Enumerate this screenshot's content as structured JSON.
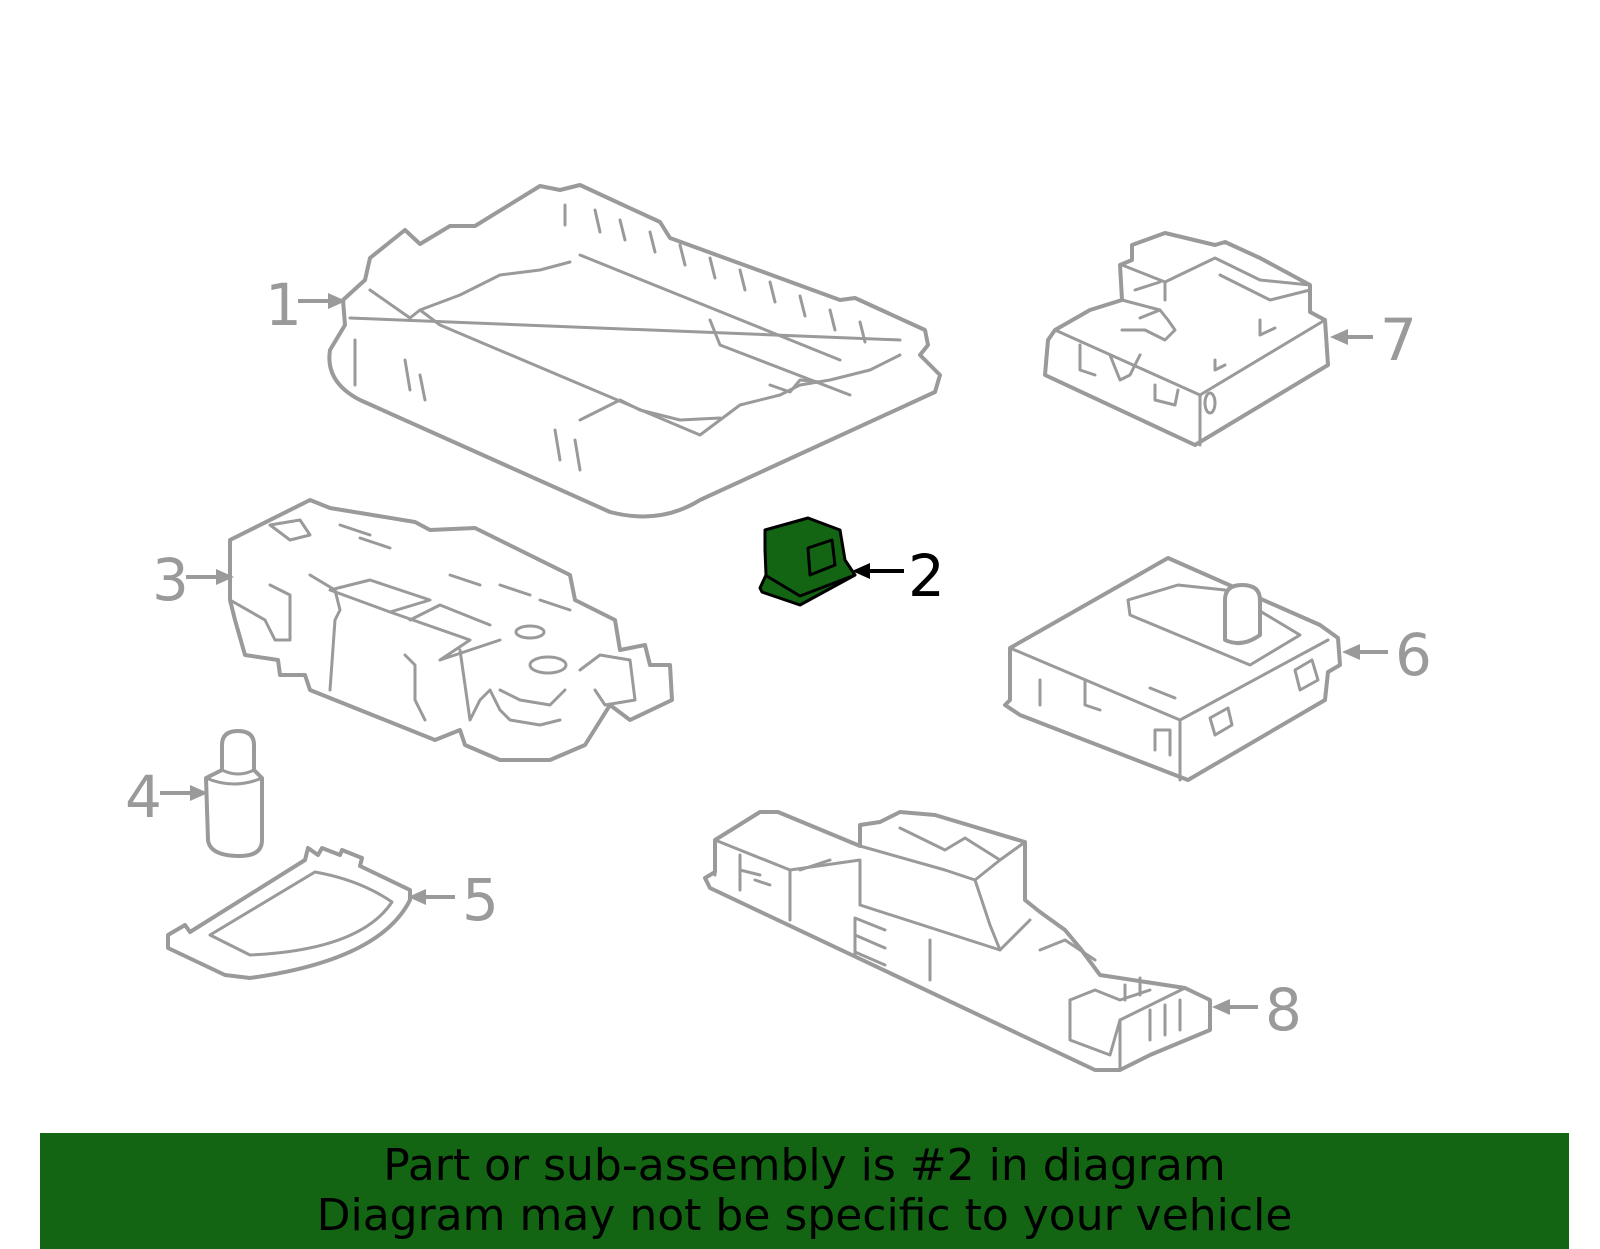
{
  "diagram": {
    "highlighted_part": "2",
    "highlight_color": "#136413",
    "line_color": "#9a9a9a",
    "callouts": [
      {
        "number": "1"
      },
      {
        "number": "2"
      },
      {
        "number": "3"
      },
      {
        "number": "4"
      },
      {
        "number": "5"
      },
      {
        "number": "6"
      },
      {
        "number": "7"
      },
      {
        "number": "8"
      }
    ]
  },
  "banner": {
    "line1": "Part or sub-assembly is #2 in diagram",
    "line2": "Diagram may not be specific to your vehicle",
    "background": "#136413"
  }
}
